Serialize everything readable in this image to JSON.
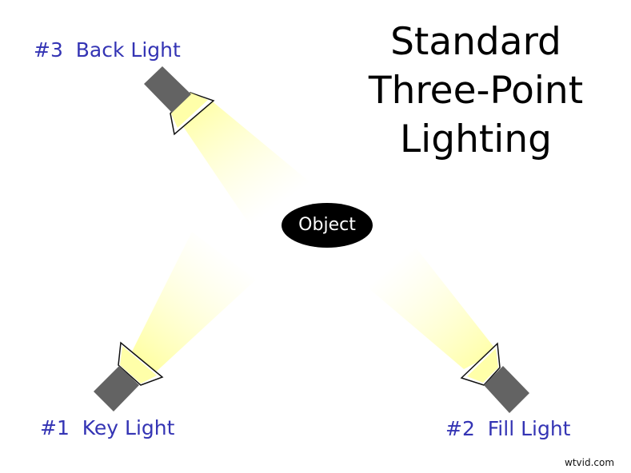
{
  "title": {
    "lines": [
      "Standard",
      "Three-Point",
      "Lighting"
    ]
  },
  "subject": {
    "label": "Object",
    "fill": "#000000",
    "text_color": "#ffffff"
  },
  "lights": [
    {
      "id": "back",
      "number": "#3",
      "name": "Back Light",
      "label": "#3  Back Light",
      "icon": "spotlight-icon"
    },
    {
      "id": "key",
      "number": "#1",
      "name": "Key Light",
      "label": "#1  Key Light",
      "icon": "spotlight-icon"
    },
    {
      "id": "fill",
      "number": "#2",
      "name": "Fill Light",
      "label": "#2  Fill Light",
      "icon": "spotlight-icon"
    }
  ],
  "colors": {
    "label_text": "#3434b4",
    "light_body": "#636363",
    "light_beam": "#ffffa8",
    "title_text": "#000000"
  },
  "watermark": "wtvid.com"
}
